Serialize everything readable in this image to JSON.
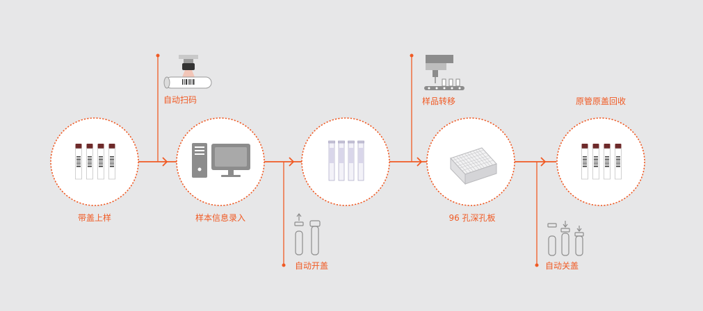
{
  "colors": {
    "accent": "#f05a24",
    "background": "#e7e7e8",
    "circle_fill": "#ffffff",
    "icon_gray": "#8c8c8c"
  },
  "process": {
    "steps": [
      {
        "label": "带盖上样",
        "icon": "capped-tubes-icon"
      },
      {
        "label": "样本信息录入",
        "icon": "computer-icon"
      },
      {
        "label": "",
        "icon": "uncapped-tubes-icon"
      },
      {
        "label": "96 孔深孔板",
        "icon": "deep-well-plate-icon"
      },
      {
        "label": "原管原盖回收",
        "icon": "recapped-tubes-icon"
      }
    ],
    "branches": [
      {
        "label": "自动扫码",
        "icon": "barcode-scanner-icon"
      },
      {
        "label": "自动开盖",
        "icon": "decapping-icon"
      },
      {
        "label": "样品转移",
        "icon": "pipetting-robot-icon"
      },
      {
        "label": "自动关盖",
        "icon": "recapping-icon"
      }
    ]
  }
}
